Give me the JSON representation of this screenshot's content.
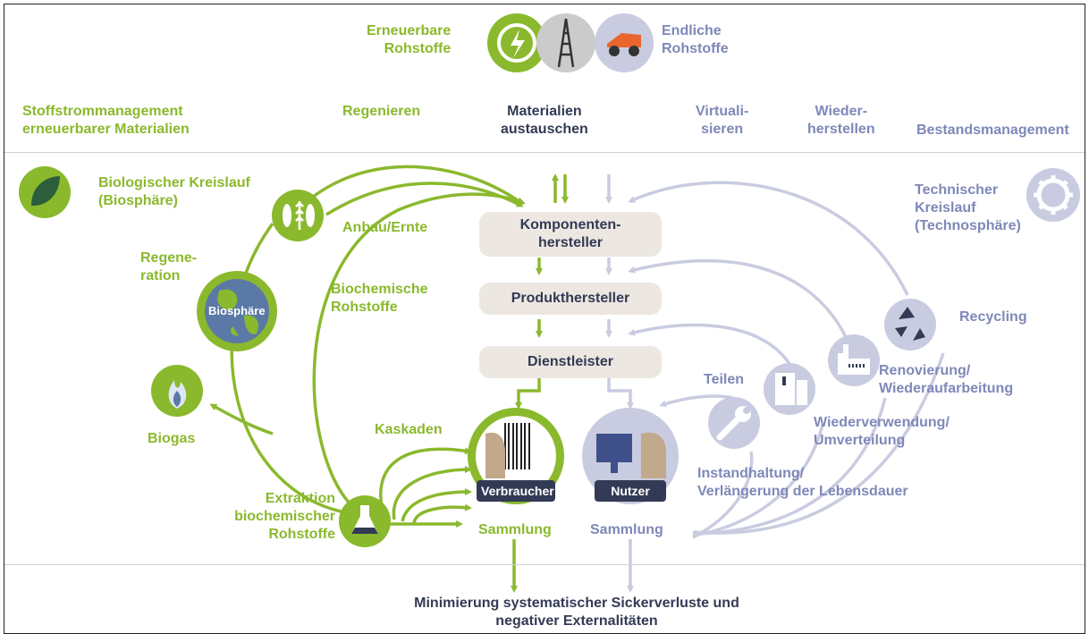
{
  "header": {
    "renewable": [
      "Erneuerbare",
      "Rohstoffe"
    ],
    "finite": [
      "Endliche",
      "Rohstoffe"
    ]
  },
  "columns": {
    "left": [
      "Stoffstrommanagement",
      "erneuerbarer Materialien"
    ],
    "regenerate": "Regenieren",
    "exchange": [
      "Materialien",
      "austauschen"
    ],
    "virtualize": [
      "Virtuali-",
      "sieren"
    ],
    "remanufacture": [
      "Wieder-",
      "herstellen"
    ],
    "stock": "Bestandsmanagement"
  },
  "bio": {
    "cycle": [
      "Biologischer Kreislauf",
      "(Biosphäre)"
    ],
    "harvest": "Anbau/Ernte",
    "regeneration": [
      "Regene-",
      "ration"
    ],
    "biosphere": "Biosphäre",
    "biochemical": [
      "Biochemische",
      "Rohstoffe"
    ],
    "biogas": "Biogas",
    "cascades": "Kaskaden",
    "extraction": [
      "Extraktion",
      "biochemischer",
      "Rohstoffe"
    ],
    "consumer": "Verbraucher",
    "collection": "Sammlung"
  },
  "tech": {
    "cycle": [
      "Technischer",
      "Kreislauf",
      "(Technosphäre)"
    ],
    "recycling": "Recycling",
    "refurbish": [
      "Renovierung/",
      "Wiederaufarbeitung"
    ],
    "reuse": [
      "Wiederverwendung/",
      "Umverteilung"
    ],
    "share": "Teilen",
    "maintain": [
      "Instandhaltung/",
      "Verlängerung der Lebensdauer"
    ],
    "user": "Nutzer",
    "collection": "Sammlung"
  },
  "chain": {
    "component": [
      "Komponenten-",
      "hersteller"
    ],
    "product": "Produkthersteller",
    "service": "Dienstleister"
  },
  "footer": [
    "Minimierung systematischer Sickerverluste und",
    "negativer Externalitäten"
  ],
  "colors": {
    "green": "#8ab92d",
    "blue_grey": "#7f88b8",
    "light_blue_grey": "#c9cce0",
    "dark_text": "#333a55",
    "box": "#ece7e1",
    "earth_ocean": "#5b79a6"
  },
  "icons": [
    "renewable-icon",
    "oil-rig-icon",
    "mining-truck-icon",
    "leaf-icon",
    "fish-wheat-icon",
    "earth-icon",
    "flame-icon",
    "flask-icon",
    "barcode-person-icon",
    "computer-person-icon",
    "gear-icon",
    "recycle-icon",
    "factory-icon",
    "boxes-icon",
    "wrench-icon"
  ]
}
